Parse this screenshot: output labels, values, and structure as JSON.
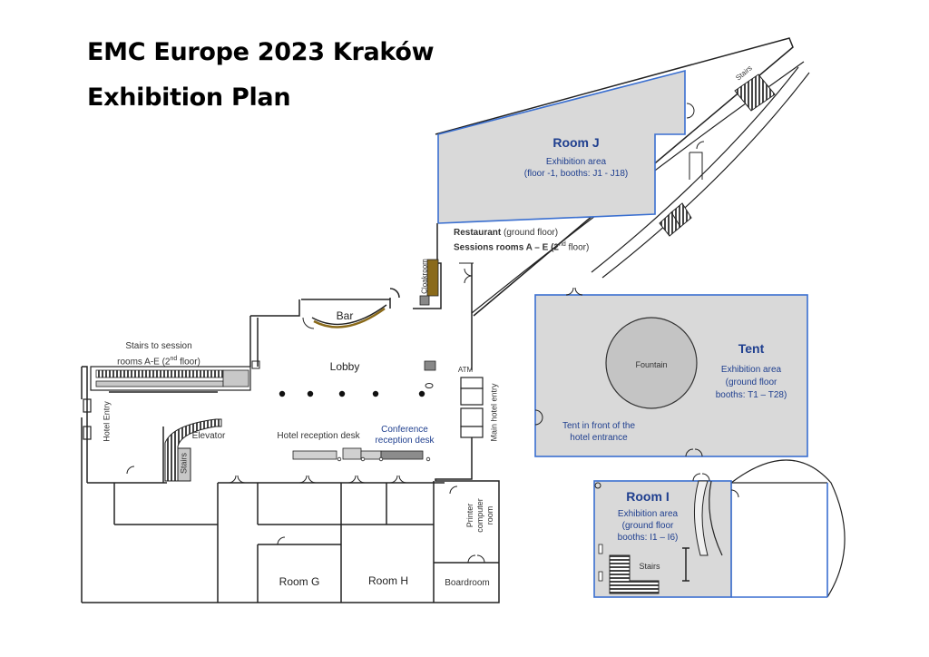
{
  "title": {
    "line1": "EMC Europe 2023 Kraków",
    "line2": "Exhibition Plan"
  },
  "room_j": {
    "name": "Room J",
    "line1": "Exhibition area",
    "line2": "(floor -1,  booths: J1 - J18)"
  },
  "restaurant": {
    "strong1": "Restaurant",
    "text1": " (ground floor)",
    "strong2": "Sessions rooms A – E (2",
    "sup": "nd",
    "text2": " floor)"
  },
  "tent": {
    "name": "Tent",
    "line1": "Exhibition area",
    "line2": "(ground floor",
    "line3": "booths: T1 – T28)",
    "front1": "Tent in front of the",
    "front2": "hotel entrance"
  },
  "fountain": "Fountain",
  "room_i": {
    "name": "Room I",
    "line1": "Exhibition area",
    "line2": "(ground floor",
    "line3": "booths: I1 – I6)",
    "stairs": "Stairs"
  },
  "labels": {
    "stairs_top": "Stairs",
    "cloakroom": "Cloakroom",
    "bar": "Bar",
    "lobby": "Lobby",
    "atm": "ATM",
    "stairs_session_1": "Stairs to session",
    "stairs_session_2a": "rooms A-E (2",
    "stairs_session_sup": "nd",
    "stairs_session_2b": " floor)",
    "hotel_entry": "Hotel Entry",
    "elevator": "Elevator",
    "stairs_left": "Stairs",
    "hotel_reception": "Hotel reception desk",
    "conference_1": "Conference",
    "conference_2": "reception desk",
    "main_entry": "Main hotel entry",
    "printer_1": "Printer",
    "printer_2": "computer",
    "printer_3": "room",
    "room_g": "Room G",
    "room_h": "Room H",
    "boardroom": "Boardroom"
  },
  "colors": {
    "area_fill": "#d9d9d9",
    "area_border": "#3a6fd0",
    "room_label": "#1f3f8f",
    "wall": "#222222",
    "cloakroom": "#8a6a1a",
    "desk": "#b3b3b3"
  }
}
